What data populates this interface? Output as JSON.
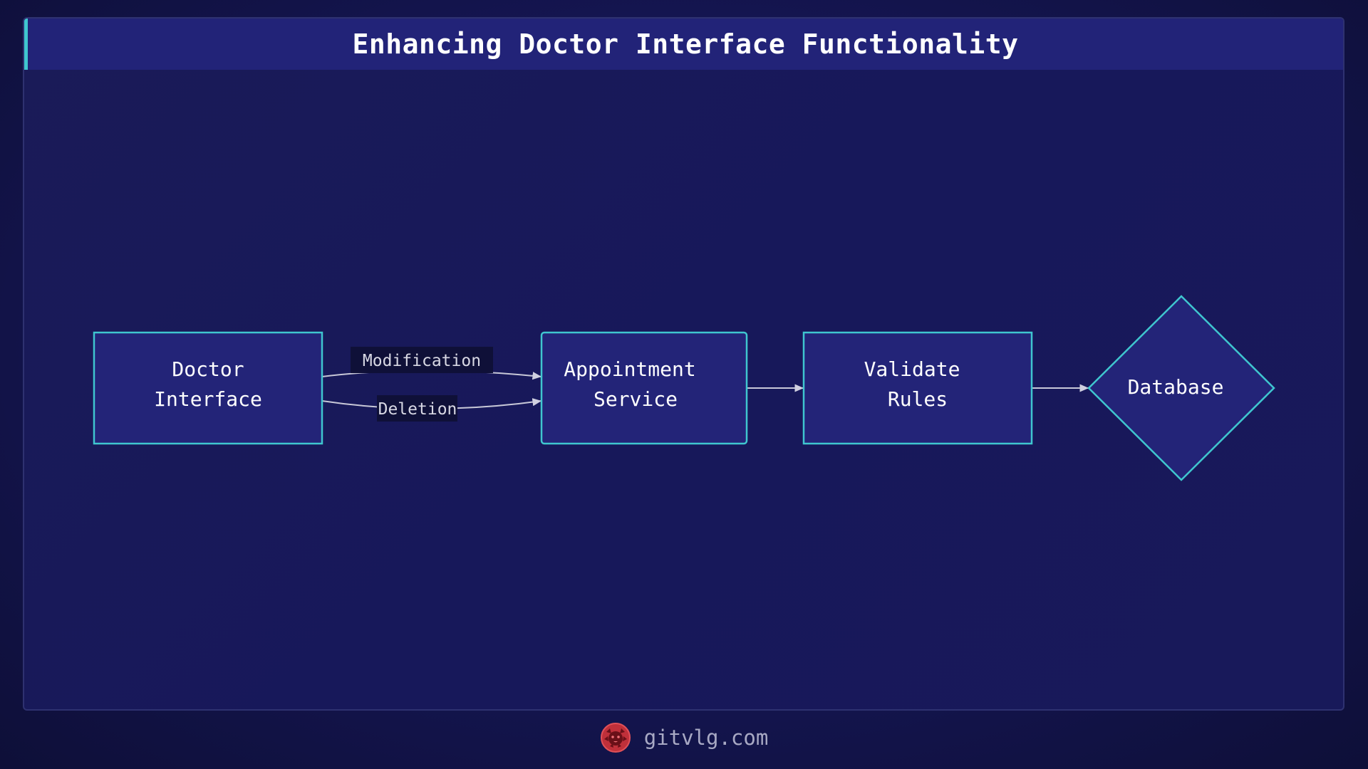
{
  "title": "Enhancing Doctor Interface Functionality",
  "nodes": {
    "doctor_interface": {
      "line1": "Doctor",
      "line2": "Interface"
    },
    "appointment_service": {
      "line1": "Appointment",
      "line2": "Service"
    },
    "validate_rules": {
      "line1": "Validate",
      "line2": "Rules"
    },
    "database": {
      "label": "Database"
    }
  },
  "edges": {
    "modification": "Modification",
    "deletion": "Deletion"
  },
  "footer": {
    "site": "gitvlg.com",
    "logo_icon": "lion-logo-icon"
  },
  "colors": {
    "node_fill": "#232478",
    "node_stroke": "#3fc6cf",
    "title_bar": "#222378",
    "accent": "#3fc6cf",
    "logo": "#d0363c"
  }
}
